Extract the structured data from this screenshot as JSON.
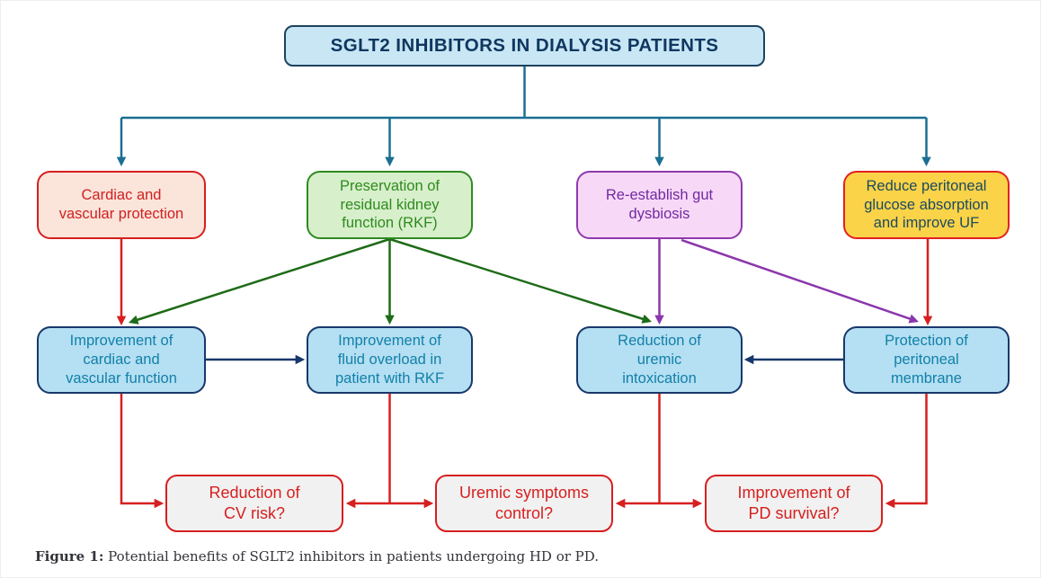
{
  "nodes": {
    "title": {
      "label": "SGLT2 INHIBITORS IN DIALYSIS PATIENTS"
    },
    "cardiac_protection": {
      "label": "Cardiac and\nvascular protection"
    },
    "rkf_preservation": {
      "label": "Preservation of\nresidual kidney\nfunction (RKF)"
    },
    "gut_dysbiosis": {
      "label": "Re-establish gut\ndysbiosis"
    },
    "glucose_uf": {
      "label": "Reduce peritoneal\nglucose absorption\nand improve UF"
    },
    "cardiac_function": {
      "label": "Improvement of\ncardiac and\nvascular function"
    },
    "fluid_overload": {
      "label": "Improvement of\nfluid overload in\npatient with RKF"
    },
    "uremic_intoxication": {
      "label": "Reduction of\nuremic\nintoxication"
    },
    "peritoneal_membrane": {
      "label": "Protection of\nperitoneal\nmembrane"
    },
    "cv_risk": {
      "label": "Reduction of\nCV risk?"
    },
    "uremic_symptoms": {
      "label": "Uremic symptoms\ncontrol?"
    },
    "pd_survival": {
      "label": "Improvement of\nPD survival?"
    }
  },
  "edges": [
    {
      "from": "title",
      "to": "cardiac_protection",
      "color": "teal"
    },
    {
      "from": "title",
      "to": "rkf_preservation",
      "color": "teal"
    },
    {
      "from": "title",
      "to": "gut_dysbiosis",
      "color": "teal"
    },
    {
      "from": "title",
      "to": "glucose_uf",
      "color": "teal"
    },
    {
      "from": "cardiac_protection",
      "to": "cardiac_function",
      "color": "red"
    },
    {
      "from": "rkf_preservation",
      "to": "cardiac_function",
      "color": "green"
    },
    {
      "from": "rkf_preservation",
      "to": "fluid_overload",
      "color": "green"
    },
    {
      "from": "rkf_preservation",
      "to": "uremic_intoxication",
      "color": "green"
    },
    {
      "from": "gut_dysbiosis",
      "to": "uremic_intoxication",
      "color": "purple"
    },
    {
      "from": "gut_dysbiosis",
      "to": "peritoneal_membrane",
      "color": "purple"
    },
    {
      "from": "glucose_uf",
      "to": "peritoneal_membrane",
      "color": "red"
    },
    {
      "from": "cardiac_function",
      "to": "fluid_overload",
      "color": "navy"
    },
    {
      "from": "peritoneal_membrane",
      "to": "uremic_intoxication",
      "color": "navy"
    },
    {
      "from": "cardiac_function",
      "to": "cv_risk",
      "color": "red"
    },
    {
      "from": "fluid_overload",
      "to": "cv_risk",
      "color": "red"
    },
    {
      "from": "fluid_overload",
      "to": "uremic_symptoms",
      "color": "red"
    },
    {
      "from": "uremic_intoxication",
      "to": "uremic_symptoms",
      "color": "red"
    },
    {
      "from": "uremic_intoxication",
      "to": "pd_survival",
      "color": "red"
    },
    {
      "from": "peritoneal_membrane",
      "to": "pd_survival",
      "color": "red"
    }
  ],
  "colors": {
    "teal_connector": "#1a6f93",
    "red": "#d71f1f",
    "green_arrow": "#1e6b17",
    "purple": "#8b36ad",
    "navy": "#18386b",
    "title_fill": "#c8e6f4",
    "peach_fill": "#fbe4da",
    "green_fill": "#d7efcb",
    "pink_fill": "#f7d9f7",
    "yellow_fill": "#fbd348",
    "blue_fill": "#b5dff2",
    "query_fill": "#f1f1f1"
  },
  "caption": {
    "prefix": "Figure 1:",
    "text": " Potential benefits of SGLT2 inhibitors in patients undergoing HD or PD."
  }
}
